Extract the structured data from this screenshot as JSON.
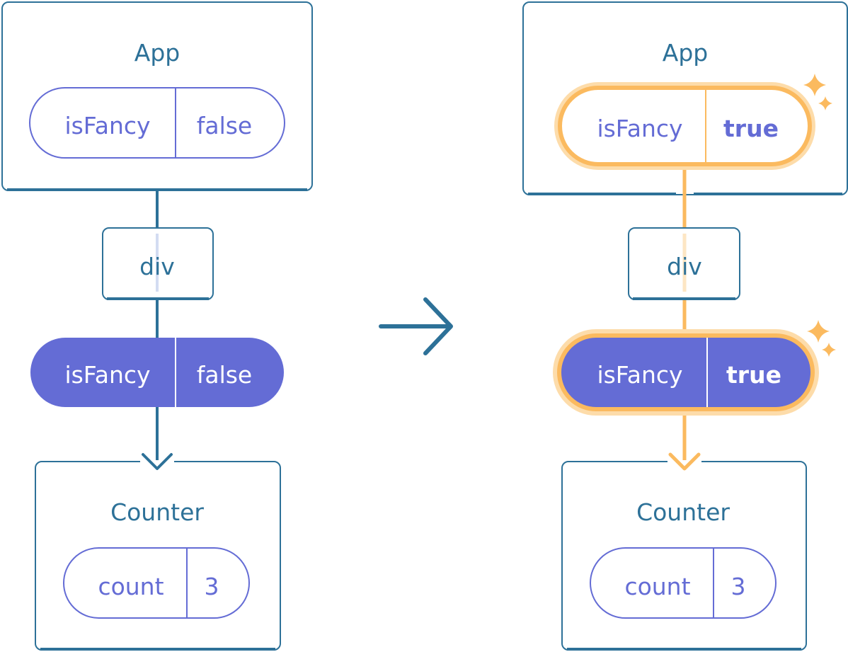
{
  "colors": {
    "node_border": "#2d7198",
    "state_purple": "#646cd5",
    "highlight_orange": "#fbba5f",
    "highlight_glow": "#fddcaa"
  },
  "before": {
    "app": {
      "title": "App",
      "state": {
        "key": "isFancy",
        "value": "false"
      }
    },
    "div": {
      "title": "div"
    },
    "prop": {
      "key": "isFancy",
      "value": "false"
    },
    "counter": {
      "title": "Counter",
      "state": {
        "key": "count",
        "value": "3"
      }
    }
  },
  "transition_icon": "arrow-right-icon",
  "after": {
    "app": {
      "title": "App",
      "state": {
        "key": "isFancy",
        "value": "true"
      }
    },
    "div": {
      "title": "div"
    },
    "prop": {
      "key": "isFancy",
      "value": "true"
    },
    "counter": {
      "title": "Counter",
      "state": {
        "key": "count",
        "value": "3"
      }
    },
    "highlight_icon": "sparkle-icon"
  }
}
